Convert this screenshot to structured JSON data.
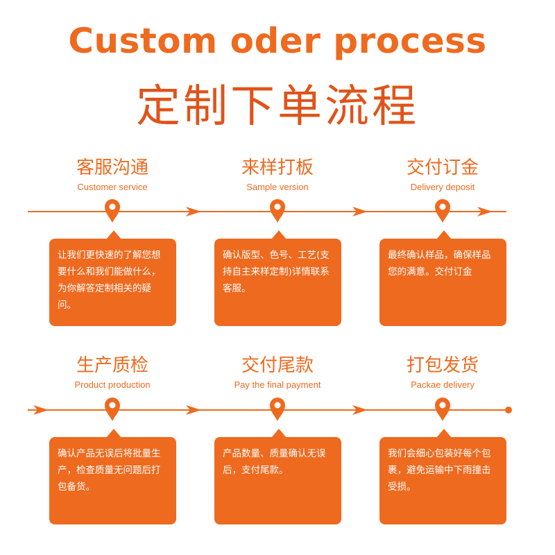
{
  "title_en": "Custom oder process",
  "title_cn": "定制下单流程",
  "colors": {
    "accent": "#ee6a1f"
  },
  "steps": [
    {
      "title": "客服沟通",
      "subtitle": "Customer service",
      "description": "让我们更快速的了解您想要什么和我们能做什么，为你解答定制相关的疑问。"
    },
    {
      "title": "来样打板",
      "subtitle": "Sample version",
      "description": "确认版型、色号、工艺(支持自主来样定制)详情联系客服。"
    },
    {
      "title": "交付订金",
      "subtitle": "Delivery deposit",
      "description": "最终确认样品，确保样品您的满意。交付订金"
    },
    {
      "title": "生产质检",
      "subtitle": "Product production",
      "description": "确认产品无误后将批量生产，检查质量无问题后打包备货。"
    },
    {
      "title": "交付尾款",
      "subtitle": "Pay the final payment",
      "description": "产品数量、质量确认无误后，支付尾款。"
    },
    {
      "title": "打包发货",
      "subtitle": "Packae delivery",
      "description": "我们会细心包装好每个包裹，避免运输中下雨撞击受损。"
    }
  ]
}
